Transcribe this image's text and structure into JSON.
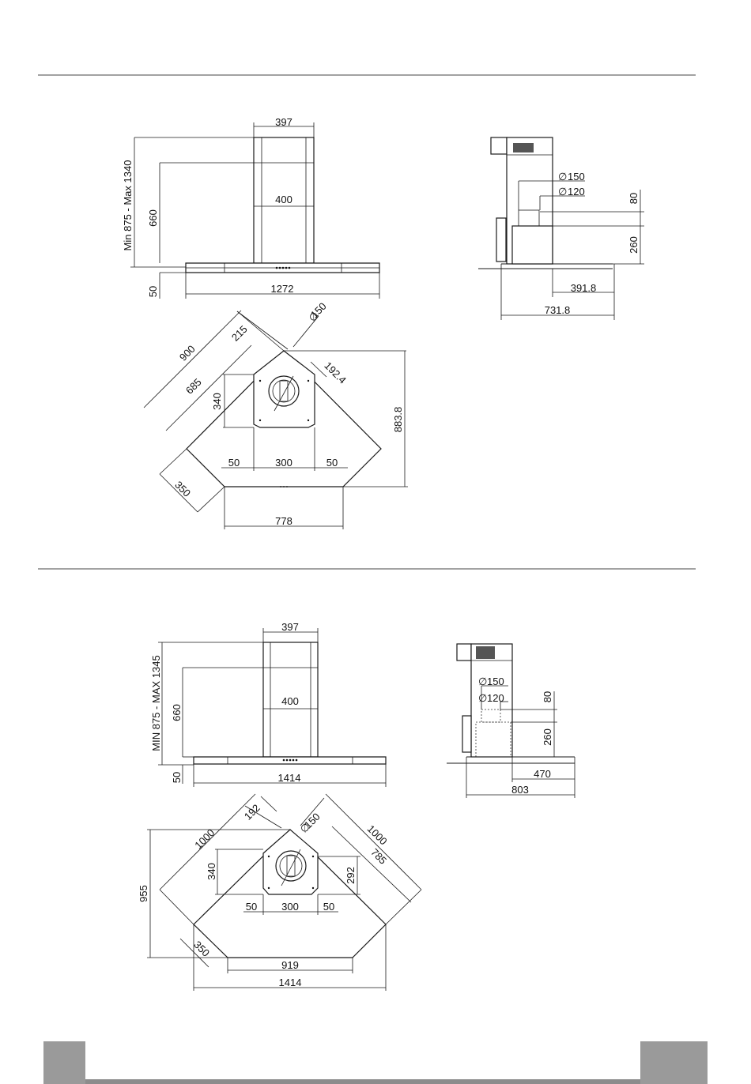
{
  "drawing1": {
    "front": {
      "width_top": "397",
      "inner_width": "400",
      "height_range": "Min  875  -  Max  1340",
      "chimney_height": "660",
      "canopy_height": "50",
      "canopy_width": "1272"
    },
    "side": {
      "dia_outer": "150",
      "dia_inner": "120",
      "top_offset": "80",
      "motor_height": "260",
      "front_depth": "391.8",
      "total_depth": "731.8"
    },
    "plan": {
      "side_long": "900",
      "side_short": "685",
      "corner": "215",
      "dia": "150",
      "offset": "192.4",
      "chimney_depth": "340",
      "depth_total": "883.8",
      "margin_left": "50",
      "chimney_width": "300",
      "margin_right": "50",
      "edge": "350",
      "front_width": "778"
    }
  },
  "drawing2": {
    "front": {
      "width_top": "397",
      "inner_width": "400",
      "height_range": "MIN  875  -  MAX  1345",
      "chimney_height": "660",
      "canopy_height": "50",
      "canopy_width": "1414"
    },
    "side": {
      "dia_outer": "150",
      "dia_inner": "120",
      "top_offset": "80",
      "motor_height": "260",
      "front_depth": "470",
      "total_depth": "803"
    },
    "plan": {
      "side_left": "1000",
      "side_right": "1000",
      "corner": "192",
      "dia": "150",
      "inner_right": "785",
      "chimney_depth": "340",
      "right_depth": "292",
      "depth_total": "955",
      "margin_left": "50",
      "chimney_width": "300",
      "margin_right": "50",
      "edge": "350",
      "front_width": "919",
      "overall_width": "1414"
    }
  },
  "diameter_symbol": "∅"
}
